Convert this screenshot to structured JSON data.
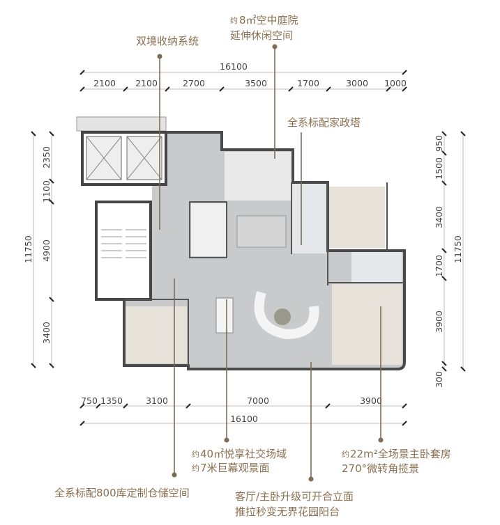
{
  "dimensions": {
    "top_total": "16100",
    "top_segments": [
      "2100",
      "2100",
      "2700",
      "3500",
      "1700",
      "3000",
      "1000"
    ],
    "bottom_segments": [
      "750",
      "1350",
      "3100",
      "7000",
      "3900"
    ],
    "bottom_total": "16100",
    "left_total": "11750",
    "left_segments": [
      "2350",
      "1100",
      "4900",
      "3400"
    ],
    "right_total": "11750",
    "right_segments": [
      "950",
      "1500",
      "3400",
      "1700",
      "3900",
      "300"
    ]
  },
  "callouts": {
    "storage": "双境收纳系统",
    "courtyard_line1_prefix": "约",
    "courtyard_line1": "8㎡空中庭院",
    "courtyard_line2": "延伸休闲空间",
    "housekeeping": "全系标配家政塔",
    "social_line1_prefix": "约",
    "social_line1": "40㎡悦享社交场域",
    "social_line2_prefix": "约",
    "social_line2": "7米巨幕观景面",
    "garage": "全系标配800库定制仓储空间",
    "facade_line1": "客厅/主卧升级可开合立面",
    "facade_line2": "推拉秒变无界花园阳台",
    "master_line1_prefix": "约",
    "master_line1": "22m²全场景主卧套房",
    "master_line2": "270°微转角揽景"
  },
  "colors": {
    "callout_text": "#8a7050",
    "leader": "#7d6a55",
    "floor": "#c8cacb"
  }
}
